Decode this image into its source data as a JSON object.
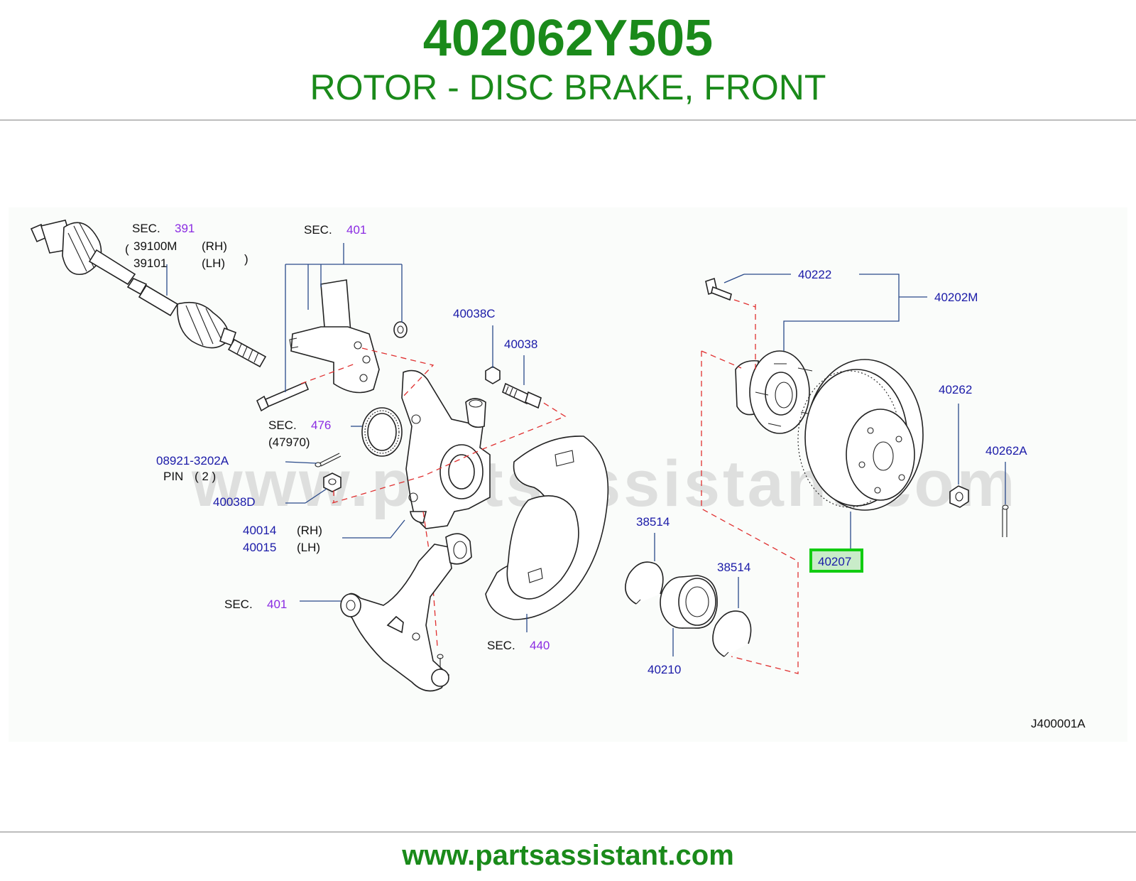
{
  "header": {
    "part_number": "402062Y505",
    "description": "ROTOR - DISC BRAKE, FRONT"
  },
  "footer": {
    "url": "www.partsassistant.com"
  },
  "watermark": "www.partsassistant.com",
  "diagram_code": "J400001A",
  "colors": {
    "brand_green": "#1a8a1a",
    "label_blue": "#1a1aa8",
    "section_purple": "#8a2be2",
    "highlight_green": "#11cc11",
    "dashed_red": "#e03030"
  },
  "labels": {
    "sec_391_word": "SEC.",
    "sec_391_num": "391",
    "p39100m": "39100M",
    "p39100m_side": "(RH)",
    "p39101": "39101",
    "p39101_side": "(LH)",
    "sec_401_top_word": "SEC.",
    "sec_401_top_num": "401",
    "sec_476_word": "SEC.",
    "sec_476_num": "476",
    "p47970": "(47970)",
    "p08921": "08921-3202A",
    "pin": "PIN",
    "pin_qty": "( 2 )",
    "p40038d": "40038D",
    "p40014": "40014",
    "p40014_side": "(RH)",
    "p40015": "40015",
    "p40015_side": "(LH)",
    "sec_401_low_word": "SEC.",
    "sec_401_low_num": "401",
    "p40038c": "40038C",
    "p40038": "40038",
    "sec_440_word": "SEC.",
    "sec_440_num": "440",
    "p38514_a": "38514",
    "p38514_b": "38514",
    "p40210": "40210",
    "p40222": "40222",
    "p40202m": "40202M",
    "p40262": "40262",
    "p40262a": "40262A",
    "p40207": "40207"
  }
}
